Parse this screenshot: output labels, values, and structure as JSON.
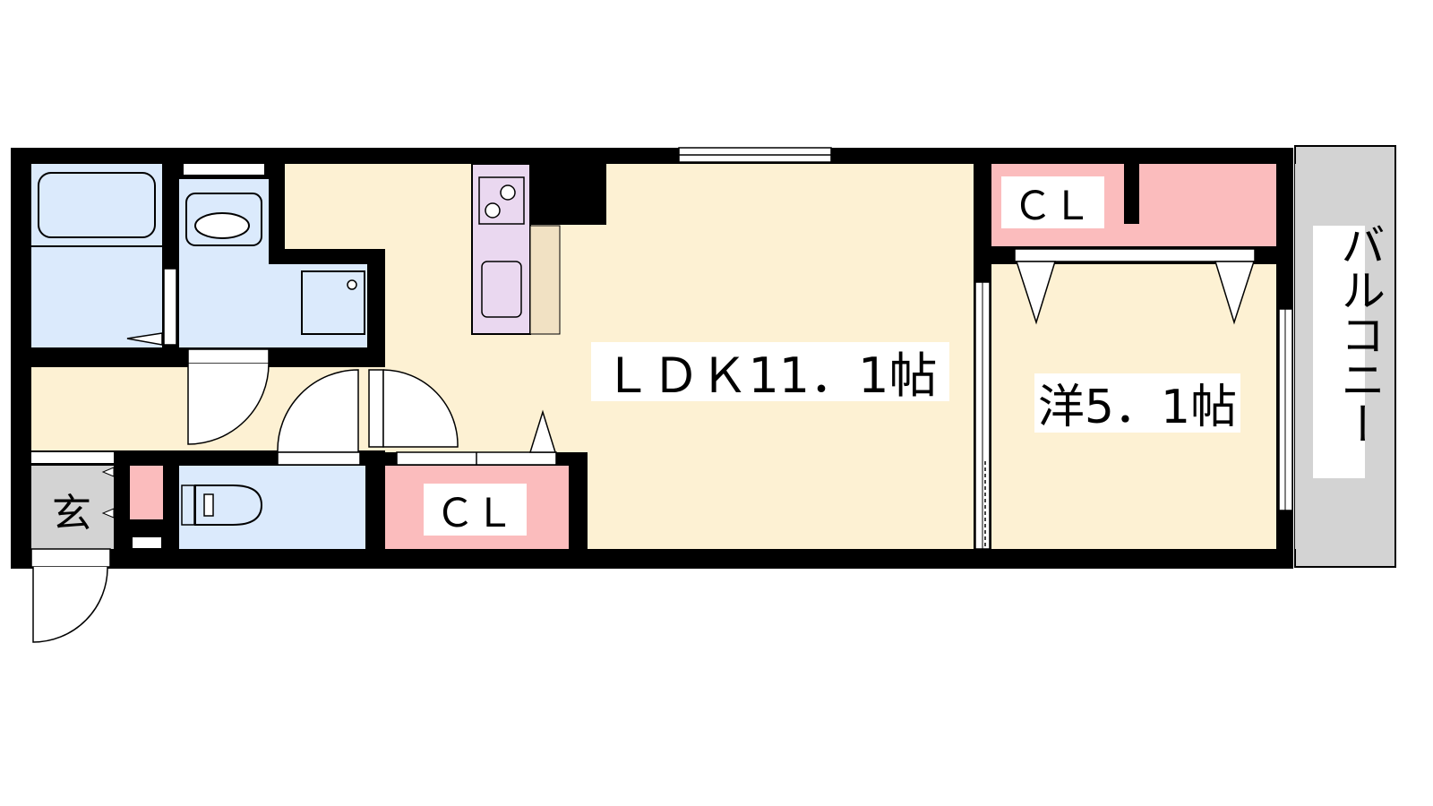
{
  "rooms": {
    "ldk": "ＬＤＫ11．1帖",
    "western": "洋5．1帖",
    "closet_top": "ＣＬ",
    "closet_bottom": "ＣＬ",
    "entrance": "玄",
    "balcony": "バルコニー"
  },
  "colors": {
    "wall": "#000000",
    "floor_living": "#fdf1d3",
    "wet_area": "#dbeafc",
    "closet": "#fbbcbd",
    "kitchen": "#ead8f0",
    "counter": "#f1e1c3",
    "balcony": "#d3d3d3",
    "entrance": "#d3d3d3"
  },
  "icons": [
    "bathtub-icon",
    "washbasin-icon",
    "washing-machine-icon",
    "toilet-icon",
    "stove-icon",
    "sink-icon"
  ]
}
